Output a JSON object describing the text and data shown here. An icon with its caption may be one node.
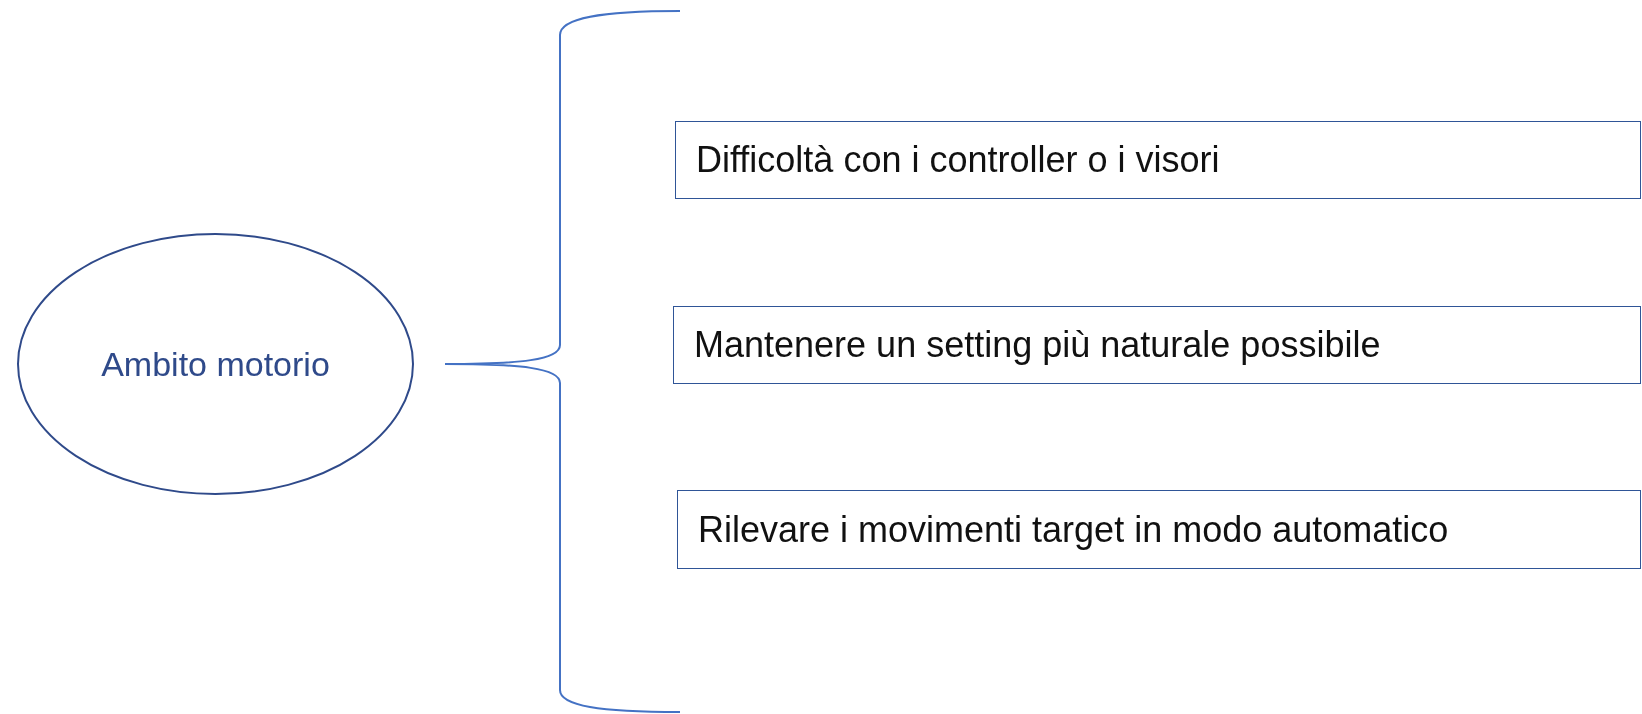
{
  "diagram": {
    "nodes": [
      {
        "text": [
          "Ambito motorio"
        ]
      },
      {
        "text": [
          "Difficoltà con i controller o i visori"
        ]
      },
      {
        "text": [
          "Mantenere un setting più naturale possibile"
        ]
      },
      {
        "text": [
          "Rilevare i movimenti target in modo automatico"
        ]
      }
    ]
  }
}
